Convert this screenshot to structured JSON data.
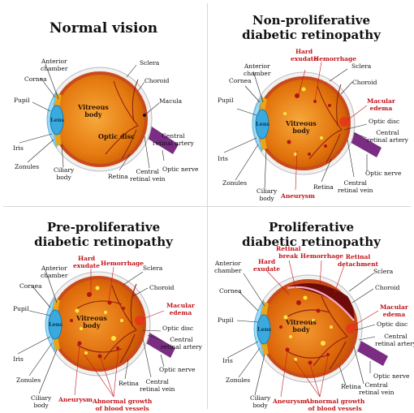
{
  "panels": {
    "normal": {
      "title": "Normal vision",
      "labels": {
        "anterior_chamber": "Anterior\nchamber",
        "sclera": "Sclera",
        "cornea": "Cornea",
        "choroid": "Choroid",
        "pupil": "Pupil",
        "macula": "Macula",
        "iris": "Iris",
        "zonules": "Zonules",
        "ciliary_body": "Ciliary\nbody",
        "retina": "Retina",
        "central_retinal_vein": "Central\nretinal vein",
        "optic_nerve": "Optic nerve",
        "central_retinal_artery": "Central\nretinal artery",
        "lens": "Lens",
        "vitreous_body": "Vitreous\nbody",
        "optic_disc": "Optic disc"
      }
    },
    "nonprolif": {
      "title": "Non-proliferative\ndiabetic retinopathy",
      "labels": {
        "anterior_chamber": "Anterior\nchamber",
        "hard_exudate": "Hard\nexudate",
        "hemorrhage": "Hemorrhage",
        "sclera": "Sclera",
        "cornea": "Cornea",
        "choroid": "Choroid",
        "pupil": "Pupil",
        "macular_edema": "Macular\nedema",
        "optic_disc": "Optic disc",
        "central_retinal_artery": "Central\nretinal artery",
        "iris": "Iris",
        "zonules": "Zonules",
        "ciliary_body": "Ciliary\nbody",
        "retina": "Retina",
        "central_retinal_vein": "Central\nretinal vein",
        "optic_nerve": "Optic nerve",
        "aneurysm": "Aneurysm",
        "lens": "Lens",
        "vitreous_body": "Vitreous\nbody"
      }
    },
    "preprolif": {
      "title": "Pre-proliferative\ndiabetic retinopathy",
      "labels": {
        "anterior_chamber": "Anterior\nchamber",
        "hard_exudate": "Hard\nexudate",
        "hemorrhage": "Hemorrhage",
        "sclera": "Sclera",
        "cornea": "Cornea",
        "choroid": "Choroid",
        "pupil": "Pupil",
        "macular_edema": "Macular\nedema",
        "optic_disc": "Optic disc",
        "central_retinal_artery": "Central\nretinal artery",
        "iris": "Iris",
        "zonules": "Zonules",
        "ciliary_body": "Ciliary\nbody",
        "aneurysm": "Aneurysm",
        "abnormal_growth": "Abnormal growth\nof blood vessels",
        "retina": "Retina",
        "central_retinal_vein": "Central\nretinal vein",
        "optic_nerve": "Optic nerve",
        "lens": "Lens",
        "vitreous_body": "Vitreous\nbody"
      }
    },
    "prolif": {
      "title": "Proliferative\ndiabetic retinopathy",
      "labels": {
        "retinal_break": "Retinal\nbreak",
        "hemorrhage": "Hemorrhage",
        "retinal_detachment": "Retinal\ndetachment",
        "anterior_chamber": "Anterior\nchamber",
        "hard_exudate": "Hard\nexudate",
        "sclera": "Sclera",
        "cornea": "Cornea",
        "choroid": "Choroid",
        "pupil": "Pupil",
        "macular_edema": "Macular\nedema",
        "optic_disc": "Optic disc",
        "central_retinal_artery": "Central\nretinal artery",
        "iris": "Iris",
        "zonules": "Zonules",
        "ciliary_body": "Ciliary\nbody",
        "aneurysm": "Aneurysm",
        "abnormal_growth": "Abnormal growth\nof blood vessels",
        "retina": "Retina",
        "central_retinal_vein": "Central\nretinal vein",
        "optic_nerve": "Optic nerve",
        "lens": "Lens",
        "vitreous_body": "Vitreous\nbody"
      }
    }
  },
  "colors": {
    "label_red": "#c0161c",
    "eyeball": "#e8790e",
    "sclera": "#f2f2f2",
    "cornea": "#8fd3f2",
    "lens": "#39a9dd",
    "optic_nerve": "#7a2d83"
  }
}
